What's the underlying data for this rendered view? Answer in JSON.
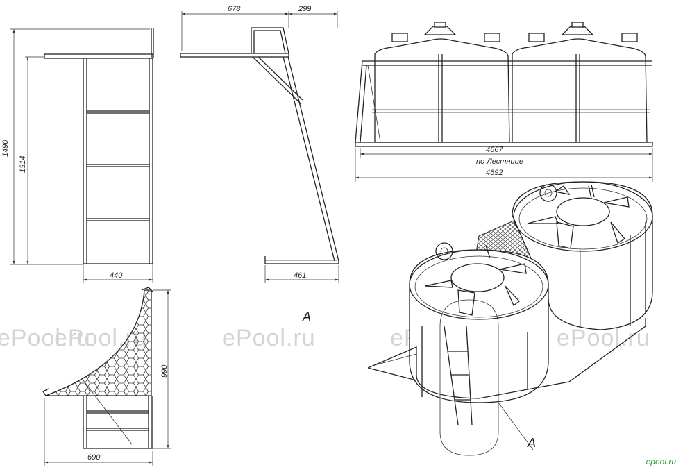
{
  "watermark": [
    "ePool.ru",
    "ePool.ru",
    "ePool.ru",
    "ePool.ru",
    "ePool.ru"
  ],
  "dimensions": {
    "front_height_total": "1490",
    "front_height_inner": "1314",
    "front_width": "440",
    "side_top": "678",
    "side_offset": "299",
    "side_base": "461",
    "platform_height": "990",
    "platform_width": "690",
    "tanks_length_1": "4667",
    "tanks_length_label": "по Лестнице",
    "tanks_length_2": "4692"
  },
  "callout_letter_1": "A",
  "callout_letter_2": "A",
  "brand": "epool.ru"
}
